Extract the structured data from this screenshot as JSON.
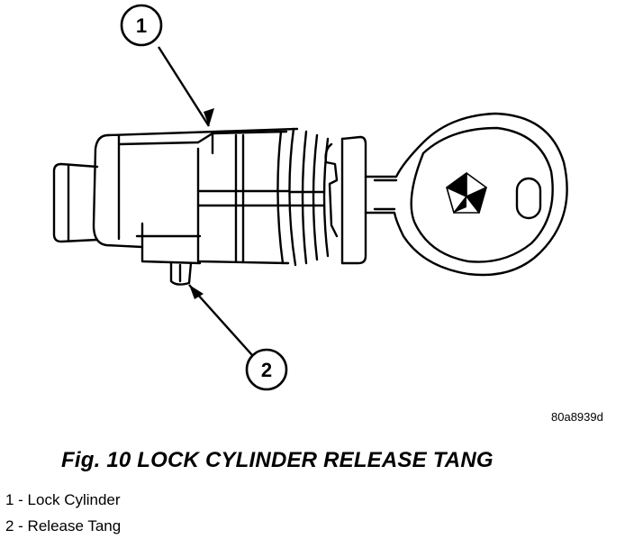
{
  "diagram": {
    "callouts": [
      {
        "number": "1"
      },
      {
        "number": "2"
      }
    ],
    "reference_code": "80a8939d"
  },
  "figure": {
    "title": "Fig. 10 LOCK CYLINDER RELEASE TANG"
  },
  "legend": [
    {
      "text": "1 - Lock Cylinder"
    },
    {
      "text": "2 - Release Tang"
    }
  ],
  "colors": {
    "ink": "#000000",
    "paper": "#ffffff"
  }
}
